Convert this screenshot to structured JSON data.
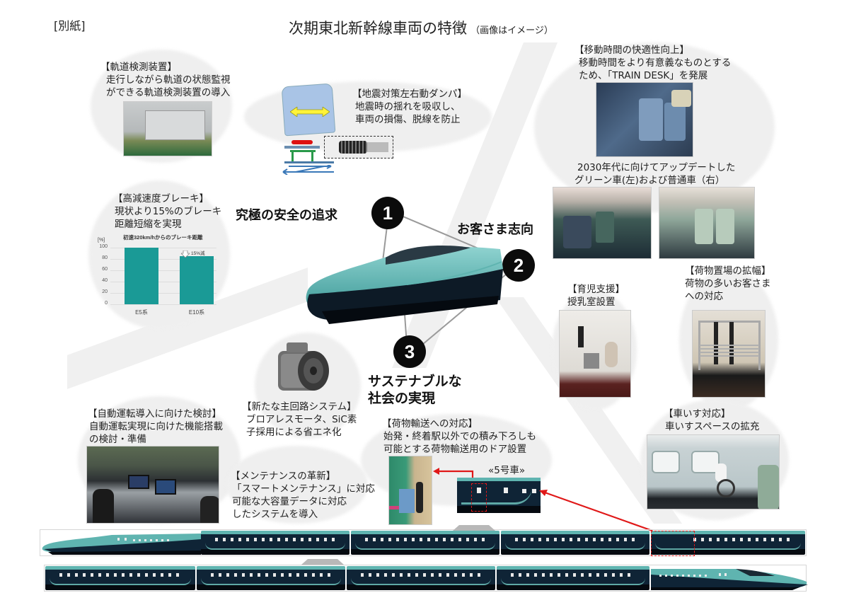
{
  "header": {
    "attachment_label": "[別紙]",
    "title": "次期東北新幹線車両の特徴",
    "title_note": "（画像はイメージ）"
  },
  "pillars": [
    {
      "number": "1",
      "label": "究極の安全の追求"
    },
    {
      "number": "2",
      "label": "お客さま志向"
    },
    {
      "number": "3",
      "label": "サステナブルな",
      "label2": "社会の実現"
    }
  ],
  "features": {
    "track_inspection": {
      "title": "【軌道検測装置】",
      "lines": [
        "走行しながら軌道の状態監視",
        "ができる軌道検測装置の導入"
      ]
    },
    "seismic_damper": {
      "title": "【地震対策左右動ダンパ】",
      "lines": [
        "地震時の揺れを吸収し、",
        "車両の損傷、脱線を防止"
      ]
    },
    "brake": {
      "title": "【高減速度ブレーキ】",
      "lines": [
        "現状より15%のブレーキ",
        "距離短縮を実現"
      ]
    },
    "comfort": {
      "title": "【移動時間の快適性向上】",
      "lines": [
        "移動時間をより有意義なものとする",
        "ため、「TRAIN DESK」を発展"
      ]
    },
    "updated_seats": {
      "lines": [
        "2030年代に向けてアップデートした",
        "グリーン車(左)および普通車（右）"
      ]
    },
    "childcare": {
      "title": "【育児支援】",
      "lines": [
        "授乳室設置"
      ]
    },
    "luggage": {
      "title": "【荷物置場の拡幅】",
      "lines": [
        "荷物の多いお客さま",
        "への対応"
      ]
    },
    "main_circuit": {
      "title": "【新たな主回路システム】",
      "lines": [
        "ブロアレスモータ、SiC素",
        "子採用による省エネ化"
      ]
    },
    "autonomous": {
      "title": "【自動運転導入に向けた検討】",
      "lines": [
        "自動運転実現に向けた機能搭載",
        "の検討・準備"
      ]
    },
    "maintenance": {
      "title": "【メンテナンスの革新】",
      "lines": [
        "「スマートメンテナンス」に対応",
        "可能な大容量データに対応",
        "したシステムを導入"
      ]
    },
    "cargo": {
      "title": "【荷物輸送への対応】",
      "lines": [
        "始発・終着駅以外での積み下ろしも",
        "可能とする荷物輸送用のドア設置"
      ],
      "car_label": "«5号車»"
    },
    "wheelchair": {
      "title": "【車いす対応】",
      "lines": [
        "車いすスペースの拡充"
      ]
    }
  },
  "chart_data": {
    "type": "bar",
    "title": "初速320km/hからのブレーキ距離",
    "categories": [
      "E5系",
      "E10系"
    ],
    "values": [
      100,
      85
    ],
    "ylabel": "[%]",
    "yticks": [
      0,
      20,
      40,
      60,
      80,
      100
    ],
    "ylim": [
      0,
      100
    ],
    "annotation": "15%減",
    "grid": true,
    "bar_color": "#1a9a96"
  },
  "colors": {
    "accent_teal": "#1a9a96",
    "train_body": "#0f2436",
    "train_roof": "#5fb4b0",
    "highlight_red": "#e01818",
    "badge": "#0b0b0b"
  }
}
